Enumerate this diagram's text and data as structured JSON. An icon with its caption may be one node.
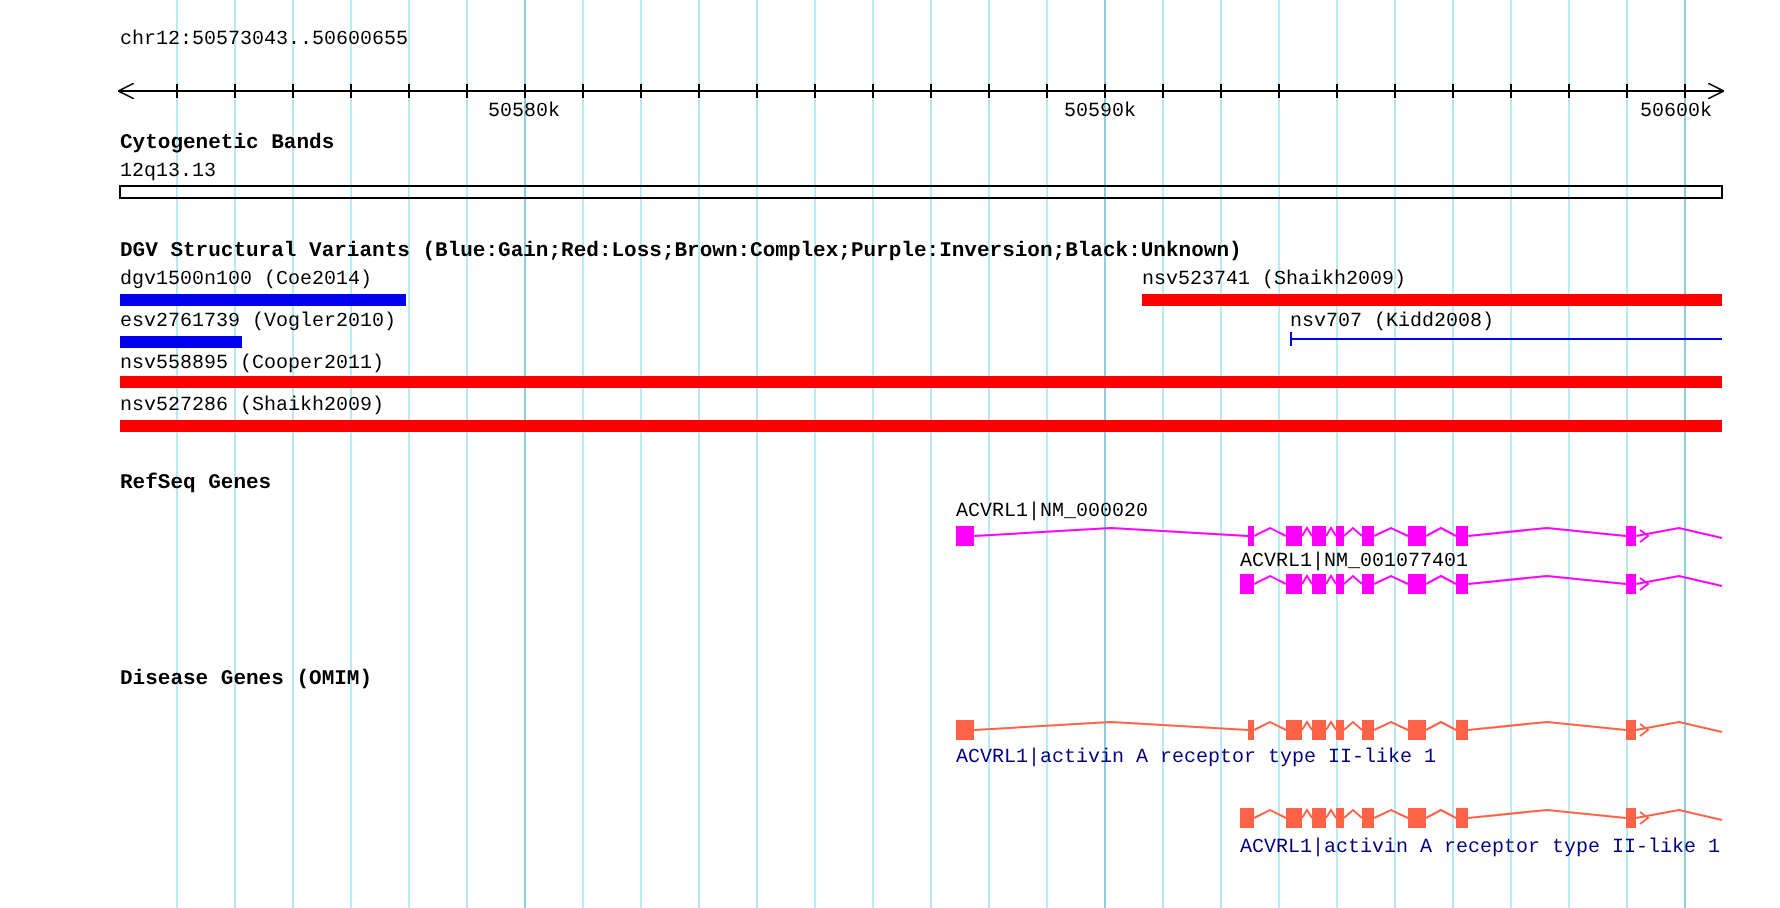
{
  "diagram": {
    "labels": [
      "chr12:50573043..50600655",
      "50580k",
      "50590k",
      "50600k",
      "Cytogenetic Bands",
      "12q13.13",
      "DGV Structural Variants (Blue:Gain;Red:Loss;Brown:Complex;Purple:Inversion;Black:Unknown)",
      "dgv1500n100 (Coe2014)",
      "nsv523741 (Shaikh2009)",
      "esv2761739 (Vogler2010)",
      "nsv707 (Kidd2008)",
      "nsv558895 (Cooper2011)",
      "nsv527286 (Shaikh2009)",
      "RefSeq Genes",
      "ACVRL1|NM_000020",
      "ACVRL1|NM_001077401",
      "Disease Genes (OMIM)",
      "ACVRL1|activin A receptor type II-like 1",
      "ACVRL1|activin A receptor type II-like 1"
    ]
  }
}
